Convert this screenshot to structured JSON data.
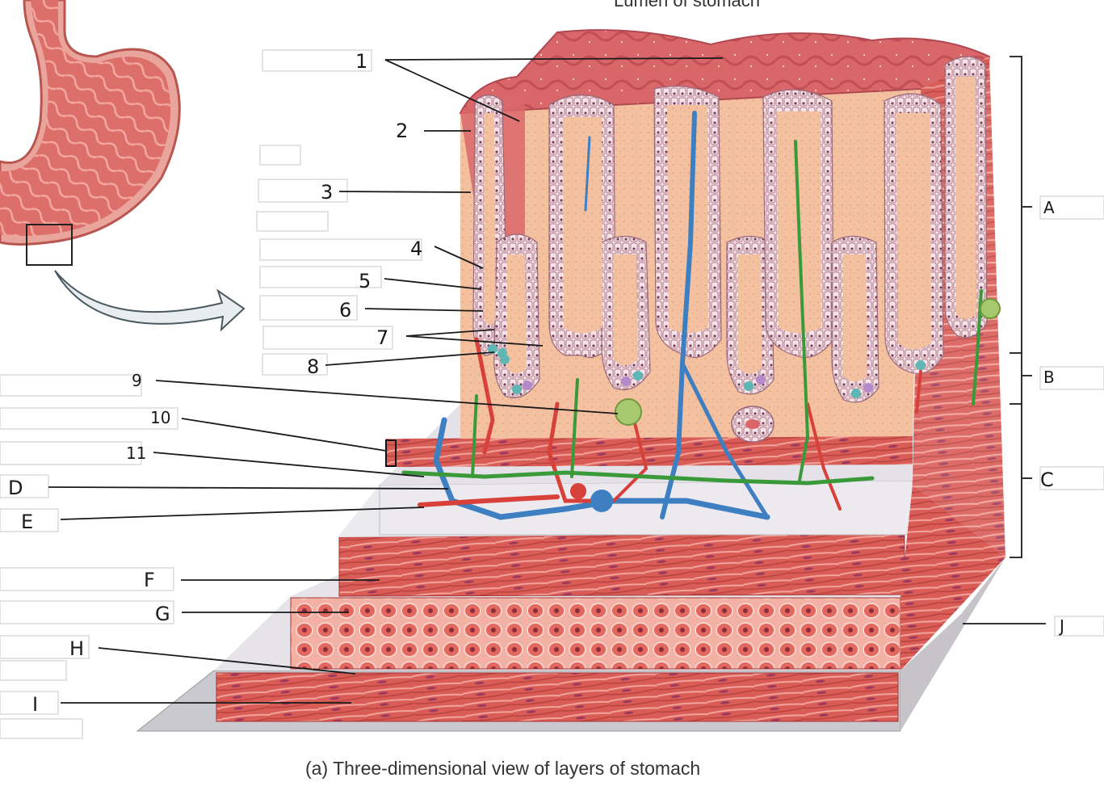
{
  "title_top": "Lumen of stomach",
  "caption": "(a) Three-dimensional view of layers of stomach",
  "left_labels": [
    "1",
    "2",
    "3",
    "4",
    "5",
    "6",
    "7",
    "8",
    "9",
    "10",
    "11",
    "D",
    "E",
    "F",
    "G",
    "H",
    "I"
  ],
  "right_labels": [
    "A",
    "B",
    "C",
    "J"
  ],
  "colors": {
    "mucosa_pink": "#d9676a",
    "lamina_peach": "#f4c1a0",
    "submucosa_gray": "#e8e6ea",
    "muscle_red": "#d85a55",
    "vein_blue": "#3d7fc1",
    "artery_red": "#d8403a",
    "nerve_green": "#3a9a3a"
  }
}
